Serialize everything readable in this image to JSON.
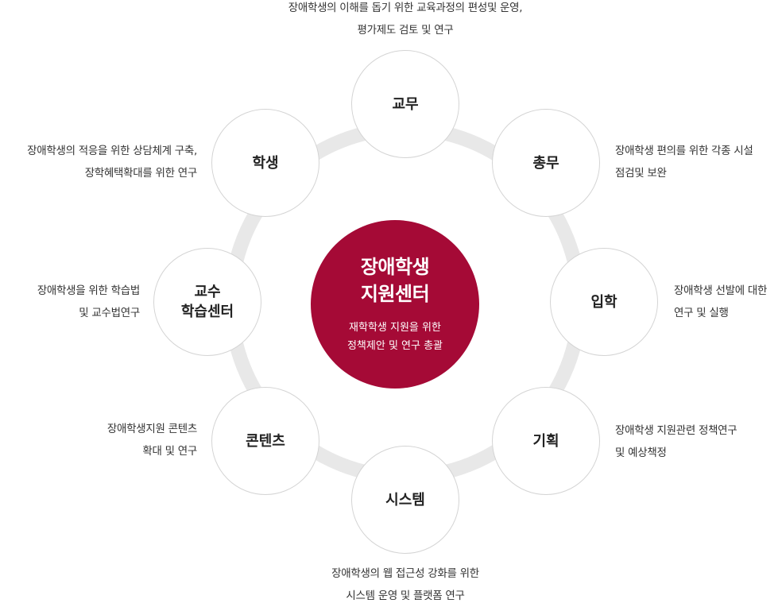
{
  "colors": {
    "center_fill": "#a50a36",
    "ring": "#e8e8e8",
    "node_border": "#d4d4d4"
  },
  "center": {
    "title": "장애학생\n지원센터",
    "description": "재학학생 지원을 위한\n정책제안 및 연구 총괄"
  },
  "nodes": [
    {
      "label": "교무",
      "description": "장애학생의 이해를 돕기 위한 교육과정의 편성및 운영,\n평가제도 검토 및 연구"
    },
    {
      "label": "총무",
      "description": "장애학생 편의를 위한 각종 시설\n점검및 보완"
    },
    {
      "label": "입학",
      "description": "장애학생 선발에 대한\n연구 및 실행"
    },
    {
      "label": "기획",
      "description": "장애학생 지원관련 정책연구\n및 예상책정"
    },
    {
      "label": "시스템",
      "description": "장애학생의 웹 접근성 강화를 위한\n시스템 운영 및 플랫폼 연구"
    },
    {
      "label": "콘텐츠",
      "description": "장애학생지원 콘텐츠\n확대 및 연구"
    },
    {
      "label": "교수\n학습센터",
      "description": "장애학생을 위한 학습법\n및 교수법연구"
    },
    {
      "label": "학생",
      "description": "장애학생의 적응을 위한 상담체계 구축,\n장학혜택확대를 위한 연구"
    }
  ]
}
